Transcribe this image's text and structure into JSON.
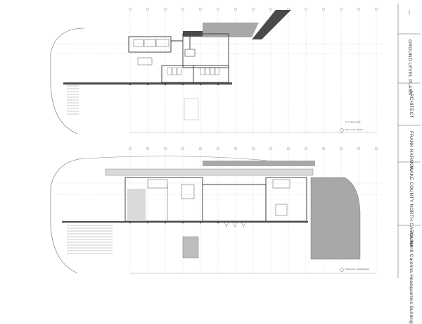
{
  "sheet": {
    "number": "A201",
    "title": "GROUND LEVEL PLANS",
    "project": "AIA North Carolina Headquarters Building",
    "location": "WAKE COUNTY NORTH CAROLINA",
    "architect_name": "FRANK HARMON",
    "architect_role": "ARCHITECT"
  },
  "plans": [
    {
      "id": "upper",
      "caption": "Plaza Level + garden",
      "notes": [
        "12'-0\" above grade"
      ]
    },
    {
      "id": "lower",
      "caption": "Plaza Level + earth/grassroof"
    }
  ],
  "colors": {
    "line": "#333333",
    "grid": "#bdbdbd",
    "fill_dark": "#4a4a4a",
    "fill_mid": "#9e9e9e",
    "fill_light": "#d9d9d9"
  }
}
